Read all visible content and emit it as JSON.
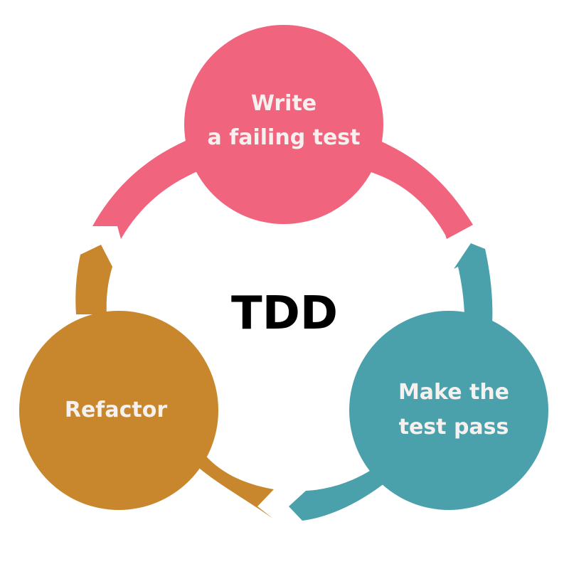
{
  "diagram": {
    "center_title": "TDD",
    "nodes": {
      "write": {
        "line1": "Write",
        "line2": "a failing test",
        "color": "#f0647e"
      },
      "pass": {
        "line1": "Make the",
        "line2": "test pass",
        "color": "#4aa1ab"
      },
      "refactor": {
        "line1": "Refactor",
        "color": "#c8872d"
      }
    }
  }
}
